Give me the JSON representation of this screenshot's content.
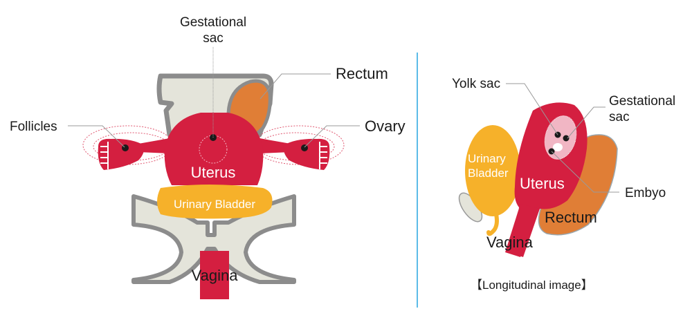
{
  "colors": {
    "uterus": "#d41f40",
    "rectum": "#e07e36",
    "bladder": "#f6b12a",
    "bone_fill": "#e4e4da",
    "bone_stroke": "#8c8c8c",
    "gestational_sac_fill": "#f1b6c4",
    "divider": "#5bbbe8",
    "leader": "#9a9a9a",
    "text": "#1a1a1a"
  },
  "front_view": {
    "labels": {
      "gestational_sac_line1": "Gestational",
      "gestational_sac_line2": "sac",
      "rectum": "Rectum",
      "follicles": "Follicles",
      "ovary": "Ovary",
      "uterus": "Uterus",
      "urinary_bladder": "Urinary Bladder",
      "vagina": "Vagina"
    }
  },
  "longitudinal_view": {
    "caption": "【Longitudinal image】",
    "labels": {
      "yolk_sac": "Yolk sac",
      "gestational_sac_line1": "Gestational",
      "gestational_sac_line2": "sac",
      "urinary_bladder_line1": "Urinary",
      "urinary_bladder_line2": "Bladder",
      "uterus": "Uterus",
      "embryo": "Embyo",
      "rectum": "Rectum",
      "vagina": "Vagina"
    }
  }
}
